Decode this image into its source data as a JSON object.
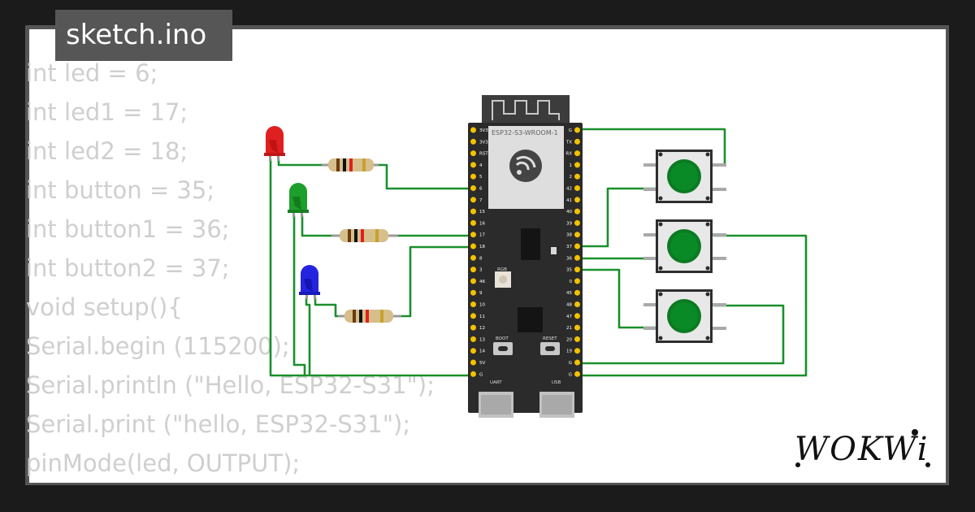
{
  "tab": {
    "filename": "sketch.ino"
  },
  "code_lines": [
    "int led = 6;",
    "int led1 = 17;",
    "int led2 = 18;",
    "int button = 35;",
    "int button1 = 36;",
    "int button2 = 37;",
    "void setup(){",
    "Serial.begin (115200);",
    "Serial.println (\"Hello, ESP32-S31\");",
    "Serial.print (\"hello, ESP32-S31\");",
    "pinMode(led, OUTPUT);"
  ],
  "board": {
    "module_label": "ESP32-S3-WROOM-1",
    "left_pins": [
      "3V3",
      "3V3",
      "RST",
      "4",
      "5",
      "6",
      "7",
      "15",
      "16",
      "17",
      "18",
      "8",
      "3",
      "46",
      "9",
      "10",
      "11",
      "12",
      "13",
      "14",
      "5V",
      "G"
    ],
    "right_pins": [
      "G",
      "TX",
      "RX",
      "1",
      "2",
      "42",
      "41",
      "40",
      "39",
      "38",
      "37",
      "36",
      "35",
      "0",
      "45",
      "48",
      "47",
      "21",
      "20",
      "19",
      "G",
      "G"
    ],
    "rgb_label": "RGB",
    "boot_label": "BOOT",
    "reset_label": "RESET",
    "uart_label": "UART",
    "usb_label": "USB"
  },
  "components": {
    "leds": [
      {
        "name": "red",
        "color": "#e02020"
      },
      {
        "name": "green",
        "color": "#1e9e2a"
      },
      {
        "name": "blue",
        "color": "#2424e0"
      }
    ],
    "buttons": [
      {
        "name": "button-1",
        "cap_color": "#0b7a22"
      },
      {
        "name": "button-2",
        "cap_color": "#0b7a22"
      },
      {
        "name": "button-3",
        "cap_color": "#0b7a22"
      }
    ],
    "wire_color": "#1a8f2c"
  },
  "brand": {
    "name": "WOKWi"
  }
}
